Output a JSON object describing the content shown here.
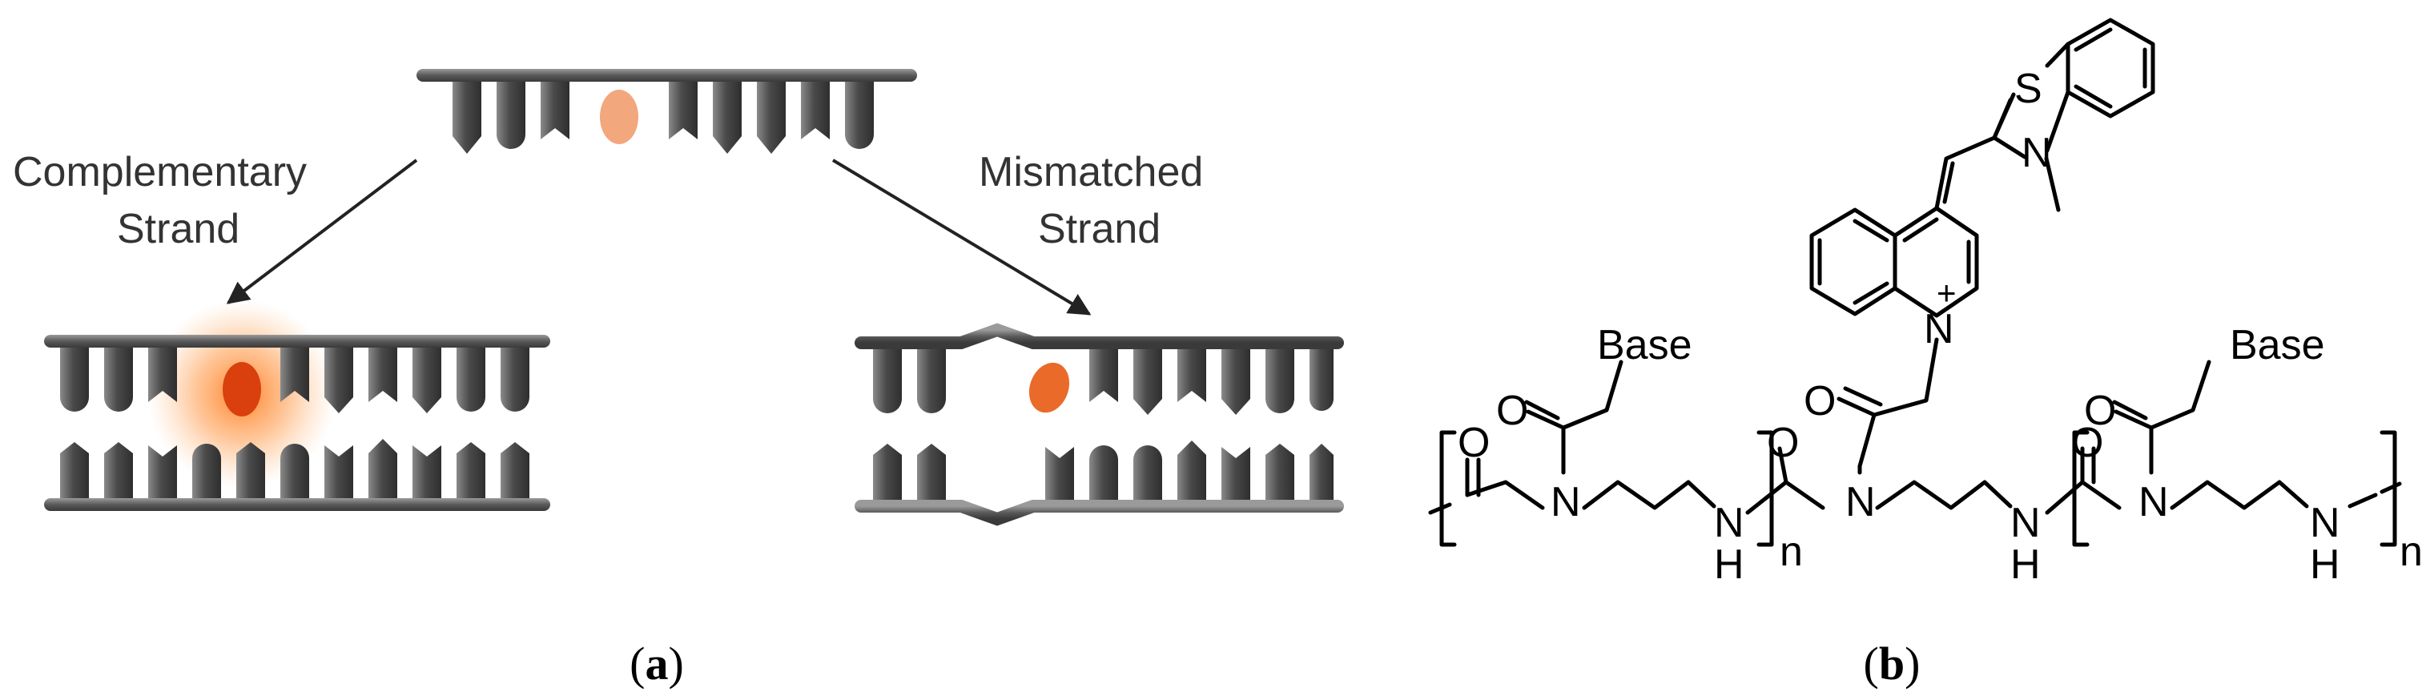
{
  "panel_a": {
    "left_label_line1": "Complementary",
    "left_label_line2": "Strand",
    "right_label_line1": "Mismatched",
    "right_label_line2": "Strand",
    "caption_open": "(",
    "caption_letter": "a",
    "caption_close": ")",
    "colors": {
      "strand": "#5c5c5c",
      "base_dark": "#3f3f3f",
      "probe_light": "#f2a77c",
      "probe_hot": "#e8501a",
      "glow": "#ff8a2a"
    }
  },
  "panel_b": {
    "atoms": {
      "S": "S",
      "N_methyl": "N",
      "N_plus": "N",
      "plus": "+",
      "O1": "O",
      "O2": "O",
      "O3": "O",
      "O4": "O",
      "O5": "O",
      "O6": "O",
      "N1": "N",
      "N2": "N",
      "N3": "N",
      "NH1_N": "N",
      "NH1_H": "H",
      "NH2_N": "N",
      "NH2_H": "H",
      "NH3_N": "N",
      "NH3_H": "H"
    },
    "base_left": "Base",
    "base_right": "Base",
    "n_left": "n",
    "n_right": "n",
    "caption_open": "(",
    "caption_letter": "b",
    "caption_close": ")"
  }
}
